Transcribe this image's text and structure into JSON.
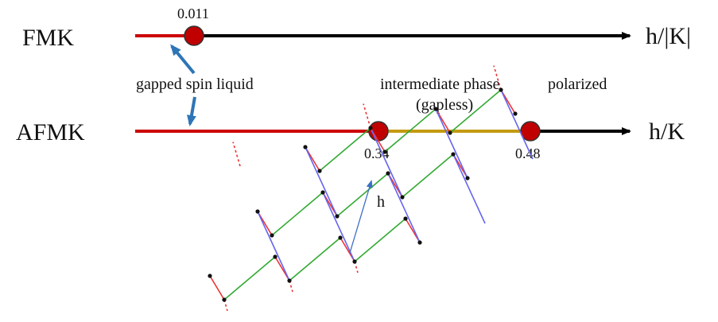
{
  "colors": {
    "gapped": "#cc0000",
    "intermediate": "#c49a10",
    "polarized": "#000000",
    "marker_fill": "#c00000",
    "marker_stroke": "#333333",
    "pointer_arrow": "#2e75b6",
    "field_arrow": "#3a6fc4",
    "bond_x": "#ee3333",
    "bond_y": "#33aa33",
    "bond_z": "#6666ee",
    "site": "#111111"
  },
  "fmk": {
    "name": "FMK",
    "axis_label": "h/|K|",
    "transition_label": "0.011"
  },
  "afmk": {
    "name": "AFMK",
    "axis_label": "h/K",
    "transition1_label": "0.34",
    "transition2_label": "0.48"
  },
  "phases": {
    "gapped": "gapped spin liquid",
    "intermediate_line1": "intermediate phase",
    "intermediate_line2": "(gapless)",
    "polarized": "polarized"
  },
  "lattice": {
    "field_label": "h"
  }
}
